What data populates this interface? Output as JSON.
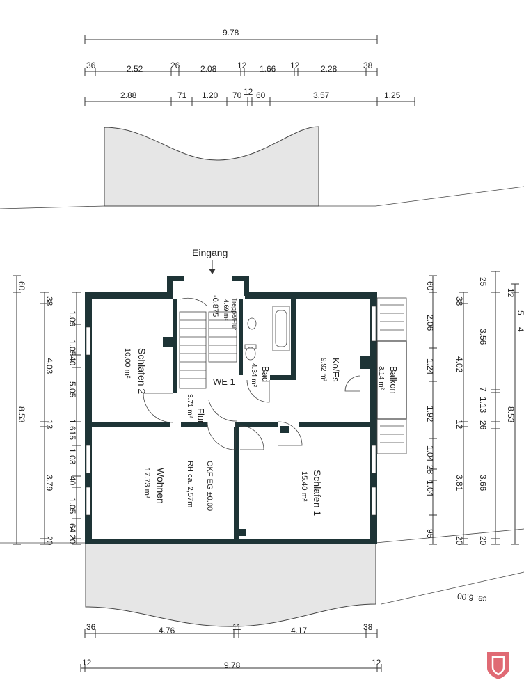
{
  "top_dims": {
    "overall": "9.78",
    "row2": [
      "36",
      "2.52",
      "26",
      "2.08",
      "12",
      "1.66",
      "12",
      "2.28",
      "38"
    ],
    "row3": [
      "2.88",
      "71",
      "1.20",
      "70",
      "12",
      "60",
      "3.57",
      "1.25"
    ]
  },
  "bottom_dims": {
    "row1": [
      "36",
      "4.76",
      "11",
      "4.17",
      "38"
    ],
    "row2": [
      "12",
      "9.78",
      "12"
    ]
  },
  "left_dims": {
    "outer": [
      "60",
      "8.53"
    ],
    "mid": [
      "38",
      "4.03",
      "13",
      "3.79",
      "20"
    ],
    "inner": [
      "1.09",
      "1.05",
      "40",
      "5.05",
      "1.615",
      "1.03",
      "40",
      "1.05",
      "64",
      "20"
    ]
  },
  "right_dims": {
    "a": [
      "60",
      "2.06",
      "1.24",
      "1.92",
      "1.04",
      "28",
      "1.04",
      "95"
    ],
    "b": [
      "38",
      "4.02",
      "12",
      "3.81",
      "20"
    ],
    "c": [
      "25",
      "3.56",
      "7",
      "1.13",
      "26",
      "3.66",
      "20"
    ],
    "d": [
      "12",
      "8.53"
    ],
    "corner": [
      "5",
      "4"
    ]
  },
  "entrance": "Eingang",
  "rooms": {
    "schlafen2": {
      "name": "Schlafen 2",
      "area": "10.00 m²"
    },
    "treppe": {
      "name": "Treppe/Flur",
      "area": "4.69 m²"
    },
    "bad": {
      "name": "Bad",
      "area": "4.34 m²"
    },
    "koes": {
      "name": "Ko/Es",
      "area": "9.92 m²"
    },
    "balkon": {
      "name": "Balkon",
      "area": "3.14 m²"
    },
    "flur": {
      "name": "Flur",
      "area": "3.71 m²"
    },
    "wohnen": {
      "name": "Wohnen",
      "area": "17.73 m²"
    },
    "schlafen1": {
      "name": "Schlafen 1",
      "area": "15.40 m²"
    }
  },
  "unit_label": "WE 1",
  "level": "-0.875",
  "okf": "OKF EG ±0.00",
  "rh": "RH ca. 2,57m",
  "site_dim": "ca. 6.00"
}
